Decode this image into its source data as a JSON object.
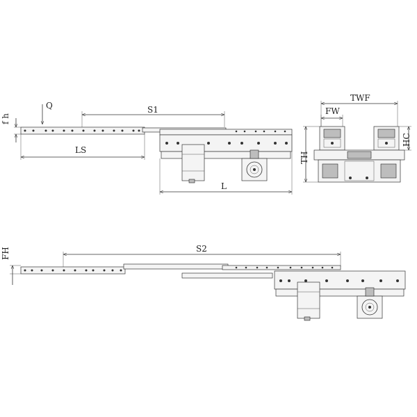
{
  "labels": {
    "fh_small": "f h",
    "q": "Q",
    "s1": "S1",
    "ls": "LS",
    "l": "L",
    "th": "TH",
    "twf": "TWF",
    "fw": "FW",
    "hc": "HC",
    "fh": "FH",
    "s2": "S2"
  },
  "colors": {
    "line": "#333333",
    "part_fill": "#f4f4f4",
    "dark_fill": "#bdbdbd"
  }
}
